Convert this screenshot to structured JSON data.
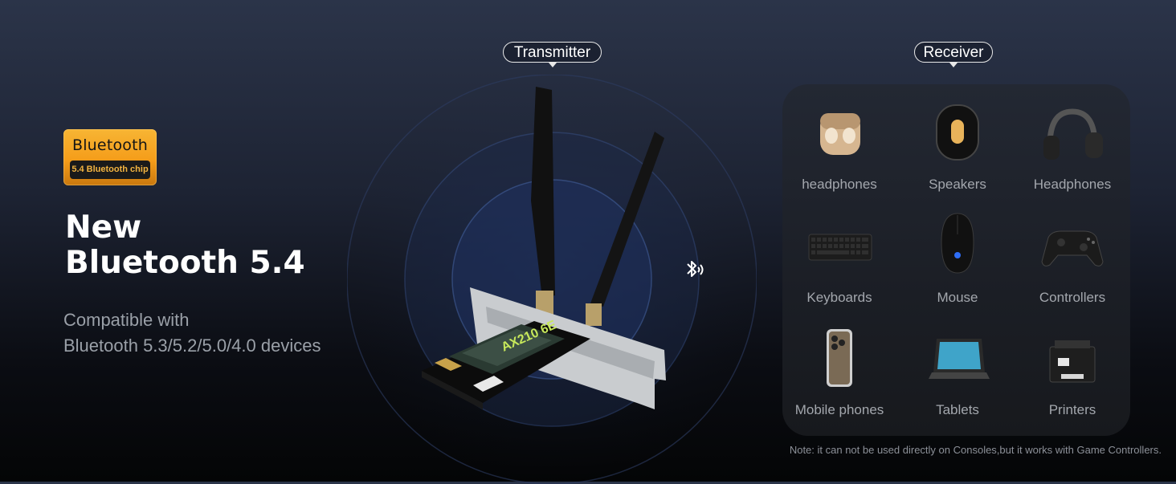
{
  "badge": {
    "title": "Bluetooth",
    "subtitle": "5.4 Bluetooth chip"
  },
  "headline": {
    "line1": "New",
    "line2": "Bluetooth 5.4"
  },
  "compat": {
    "line1": "Compatible with",
    "line2": "Bluetooth 5.3/5.2/5.0/4.0 devices"
  },
  "transmitter_label": "Transmitter",
  "receiver_label": "Receiver",
  "product_label": "AX210 6E",
  "devices": [
    {
      "label": "headphones",
      "icon": "earbuds-icon"
    },
    {
      "label": "Speakers",
      "icon": "speaker-icon"
    },
    {
      "label": "Headphones",
      "icon": "headphones-icon"
    },
    {
      "label": "Keyboards",
      "icon": "keyboard-icon"
    },
    {
      "label": "Mouse",
      "icon": "mouse-icon"
    },
    {
      "label": "Controllers",
      "icon": "gamepad-icon"
    },
    {
      "label": "Mobile phones",
      "icon": "phone-icon"
    },
    {
      "label": "Tablets",
      "icon": "tablet-icon"
    },
    {
      "label": "Printers",
      "icon": "printer-icon"
    }
  ],
  "note": "Note: it can not be used directly on Consoles,but it works with Game Controllers.",
  "colors": {
    "accent": "#f5a623",
    "panel": "#1e222b",
    "ring": "#2a3f72"
  }
}
